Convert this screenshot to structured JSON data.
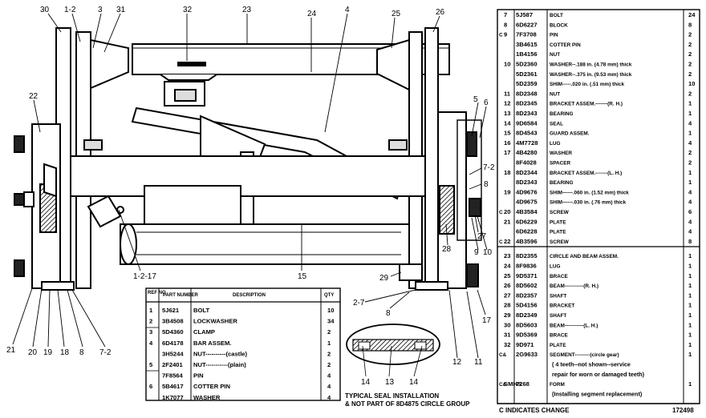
{
  "callouts": {
    "c30": "30",
    "c12a": "1-2",
    "c3": "3",
    "c31": "31",
    "c32": "32",
    "c23": "23",
    "c24": "24",
    "c4": "4",
    "c25": "25",
    "c26": "26",
    "c22": "22",
    "c5": "5",
    "c6": "6",
    "c72r": "7-2",
    "c8r": "8",
    "c28": "28",
    "c27": "27",
    "c10": "10",
    "c9": "9",
    "c1217": "1-2-17",
    "c15": "15",
    "c29": "29",
    "c27b": "2-7",
    "c8b": "8",
    "c17": "17",
    "c11": "11",
    "c12": "12",
    "c14a": "14",
    "c13": "13",
    "c14b": "14",
    "c21": "21",
    "c20": "20",
    "c19": "19",
    "c18": "18",
    "c8l": "8",
    "c72l": "7-2"
  },
  "seal_caption": {
    "line1": "TYPICAL SEAL INSTALLATION",
    "line2": "& NOT PART OF 8D4875 CIRCLE GROUP"
  },
  "bottom_table": {
    "headers": {
      "ref": "REF NO",
      "part": "PART NUMBER",
      "desc": "DESCRIPTION",
      "qty": "QTY"
    },
    "rows": [
      {
        "ref": "1",
        "part": "5J621",
        "desc": "BOLT",
        "qty": "10"
      },
      {
        "ref": "2",
        "part": "3B4508",
        "desc": "LOCKWASHER",
        "qty": "34"
      },
      {
        "ref": "3",
        "part": "5D4360",
        "desc": "CLAMP",
        "qty": "2"
      },
      {
        "ref": "4",
        "part": "6D4178",
        "desc": "BAR ASSEM.",
        "qty": "1"
      },
      {
        "ref": "",
        "part": "3H5244",
        "desc": "NUT----------(castle)",
        "qty": "2"
      },
      {
        "ref": "5",
        "part": "2F2401",
        "desc": "NUT-----------(plain)",
        "qty": "2"
      },
      {
        "ref": "",
        "part": "7F8564",
        "desc": "PIN",
        "qty": "4"
      },
      {
        "ref": "6",
        "part": "5B4617",
        "desc": "COTTER PIN",
        "qty": "4"
      },
      {
        "ref": "",
        "part": "1K7077",
        "desc": "WASHER",
        "qty": "4"
      }
    ]
  },
  "right_table": {
    "rows": [
      {
        "c": "",
        "ref": "7",
        "part": "5J587",
        "desc": "BOLT",
        "qty": "24"
      },
      {
        "c": "",
        "ref": "8",
        "part": "6D6227",
        "desc": "BLOCK",
        "qty": "8"
      },
      {
        "c": "C",
        "ref": "9",
        "part": "7F3708",
        "desc": "PIN",
        "qty": "2"
      },
      {
        "c": "",
        "ref": "",
        "part": "3B4615",
        "desc": "COTTER PIN",
        "qty": "2"
      },
      {
        "c": "",
        "ref": "",
        "part": "1B4156",
        "desc": "NUT",
        "qty": "2"
      },
      {
        "c": "",
        "ref": "10",
        "part": "5D2360",
        "desc": "WASHER--.188 in. (4.78 mm) thick",
        "qty": "2"
      },
      {
        "c": "",
        "ref": "",
        "part": "5D2361",
        "desc": "WASHER--.375 in. (9.53 mm) thick",
        "qty": "2"
      },
      {
        "c": "",
        "ref": "",
        "part": "5D2359",
        "desc": "SHIM-----.020 in. (.51 mm) thick",
        "qty": "10"
      },
      {
        "c": "",
        "ref": "11",
        "part": "8D2348",
        "desc": "NUT",
        "qty": "2"
      },
      {
        "c": "",
        "ref": "12",
        "part": "8D2345",
        "desc": "BRACKET ASSEM.-------(R. H.)",
        "qty": "1"
      },
      {
        "c": "",
        "ref": "13",
        "part": "8D2343",
        "desc": "BEARING",
        "qty": "1"
      },
      {
        "c": "",
        "ref": "14",
        "part": "9D6584",
        "desc": "SEAL",
        "qty": "4"
      },
      {
        "c": "",
        "ref": "15",
        "part": "8D4543",
        "desc": "GUARD ASSEM.",
        "qty": "1"
      },
      {
        "c": "",
        "ref": "16",
        "part": "4M7728",
        "desc": "LUG",
        "qty": "4"
      },
      {
        "c": "",
        "ref": "17",
        "part": "4B4280",
        "desc": "WASHER",
        "qty": "2"
      },
      {
        "c": "",
        "ref": "",
        "part": "8F4028",
        "desc": "SPACER",
        "qty": "2"
      },
      {
        "c": "",
        "ref": "18",
        "part": "8D2344",
        "desc": "BRACKET ASSEM.-------(L. H.)",
        "qty": "1"
      },
      {
        "c": "",
        "ref": "",
        "part": "8D2343",
        "desc": "BEARING",
        "qty": "1"
      },
      {
        "c": "",
        "ref": "19",
        "part": "4D9676",
        "desc": "SHIM------.060 in. (1.52 mm) thick",
        "qty": "4"
      },
      {
        "c": "",
        "ref": "",
        "part": "4D9675",
        "desc": "SHIM------.030 in. (.76 mm) thick",
        "qty": "4"
      },
      {
        "c": "C",
        "ref": "20",
        "part": "4B3584",
        "desc": "SCREW",
        "qty": "6"
      },
      {
        "c": "",
        "ref": "21",
        "part": "6D6229",
        "desc": "PLATE",
        "qty": "4"
      },
      {
        "c": "",
        "ref": "",
        "part": "6D6228",
        "desc": "PLATE",
        "qty": "4"
      },
      {
        "c": "C",
        "ref": "22",
        "part": "4B3596",
        "desc": "SCREW",
        "qty": "8"
      },
      {
        "c": "",
        "ref": "23",
        "part": "8D2355",
        "desc": "CIRCLE AND BEAM ASSEM.",
        "qty": "1"
      },
      {
        "c": "",
        "ref": "24",
        "part": "8F9836",
        "desc": "LUG",
        "qty": "1"
      },
      {
        "c": "",
        "ref": "25",
        "part": "9D5371",
        "desc": "BRACE",
        "qty": "1"
      },
      {
        "c": "",
        "ref": "26",
        "part": "8D5602",
        "desc": "BEAM-----------(R. H.)",
        "qty": "1"
      },
      {
        "c": "",
        "ref": "27",
        "part": "8D2357",
        "desc": "SHAFT",
        "qty": "1"
      },
      {
        "c": "",
        "ref": "28",
        "part": "5D4156",
        "desc": "BRACKET",
        "qty": "1"
      },
      {
        "c": "",
        "ref": "29",
        "part": "8D2349",
        "desc": "SHAFT",
        "qty": "1"
      },
      {
        "c": "",
        "ref": "30",
        "part": "8D5603",
        "desc": "BEAM-----------(L. H.)",
        "qty": "1"
      },
      {
        "c": "",
        "ref": "31",
        "part": "9D5369",
        "desc": "BRACE",
        "qty": "1"
      },
      {
        "c": "",
        "ref": "32",
        "part": "9D971",
        "desc": "PLATE",
        "qty": "1"
      },
      {
        "c": "C&",
        "ref": "",
        "part": "2G9633",
        "desc": "SEGMENT---------(circle gear)",
        "qty": "1"
      },
      {
        "c": "",
        "ref": "",
        "part": "",
        "desc": "( 4 teeth--not shown--service",
        "qty": ""
      },
      {
        "c": "",
        "ref": "",
        "part": "",
        "desc": "repair for worn or damaged teeth)",
        "qty": ""
      },
      {
        "c": "C&",
        "ref": "SMHS",
        "part": "7268",
        "desc": "FORM",
        "qty": "1"
      },
      {
        "c": "",
        "ref": "",
        "part": "",
        "desc": "(Installing segment replacement)",
        "qty": ""
      }
    ]
  },
  "footer": {
    "indicates": "C  INDICATES CHANGE",
    "figure_no": "172498"
  }
}
